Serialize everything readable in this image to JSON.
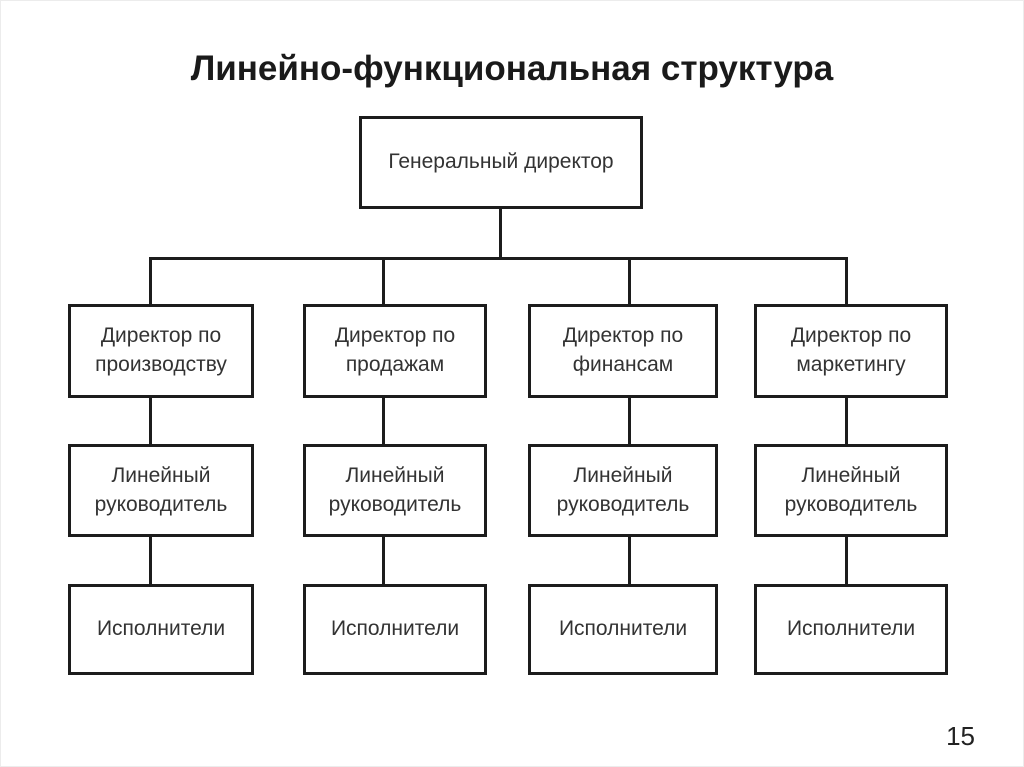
{
  "slide": {
    "title": "Линейно-функциональная структура",
    "page_number": "15"
  },
  "diagram": {
    "type": "org-chart",
    "root": {
      "label": "Генеральный директор"
    },
    "branches": [
      {
        "head": "Директор по производству",
        "manager": "Линейный руководитель",
        "workers": "Исполнители"
      },
      {
        "head": "Директор по продажам",
        "manager": "Линейный руководитель",
        "workers": "Исполнители"
      },
      {
        "head": "Директор по финансам",
        "manager": "Линейный руководитель",
        "workers": "Исполнители"
      },
      {
        "head": "Директор по маркетингу",
        "manager": "Линейный руководитель",
        "workers": "Исполнители"
      }
    ],
    "colors": {
      "line": "#1c1c1c",
      "text": "#333333",
      "background": "#ffffff"
    }
  }
}
